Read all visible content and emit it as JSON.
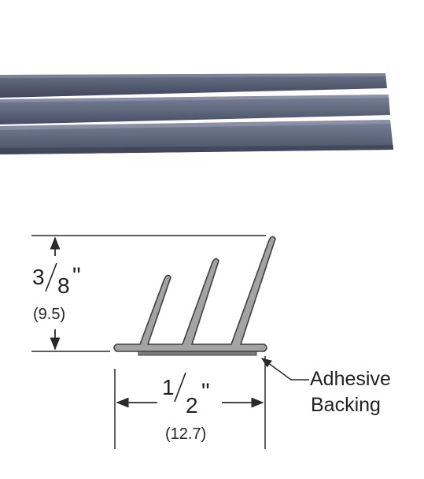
{
  "height_dimension": {
    "whole_numerator": "3",
    "whole_denominator": "8",
    "inch_mark": "\"",
    "metric": "(9.5)"
  },
  "width_dimension": {
    "whole_numerator": "1",
    "whole_denominator": "2",
    "inch_mark": "\"",
    "metric": "(12.7)"
  },
  "callout": {
    "line1": "Adhesive",
    "line2": "Backing"
  },
  "colors": {
    "strip_dark": "#454c60",
    "strip_mid": "#5a6278",
    "strip_light": "#7b839a",
    "profile_fill": "#a3a3a3",
    "profile_stroke": "#3f3f3f",
    "dimension_line": "#2a2a2a"
  },
  "icons": [
    "weatherstrip-photo",
    "profile-cross-section",
    "dimension-arrow"
  ]
}
